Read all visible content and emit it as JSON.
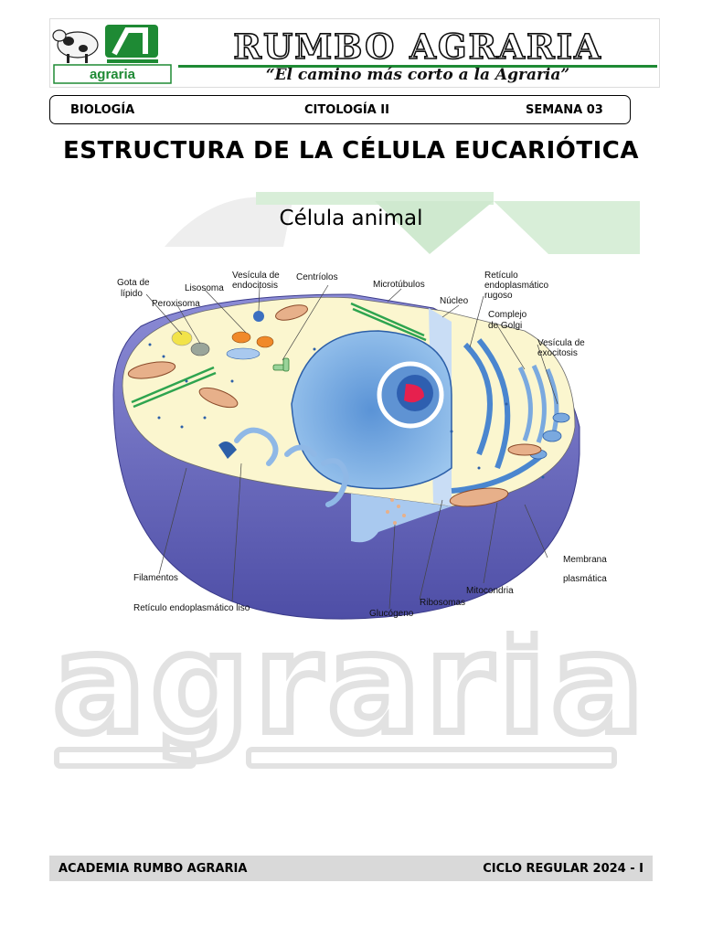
{
  "header": {
    "logo_text": "agraria",
    "title": "RUMBO AGRARIA",
    "slogan": "“El camino más corto a la Agraria”"
  },
  "subject_bar": {
    "course": "BIOLOGÍA",
    "topic": "CITOLOGÍA II",
    "week": "SEMANA 03"
  },
  "page_title": "ESTRUCTURA DE LA CÉLULA EUCARIÓTICA",
  "section_title": "Célula animal",
  "diagram": {
    "labels": {
      "gota_lipido_1": "Gota de",
      "gota_lipido_2": "lípido",
      "lisosoma": "Lisosoma",
      "peroxisoma": "Peroxisoma",
      "vesicula_endo_1": "Vesícula de",
      "vesicula_endo_2": "endocitosis",
      "centriolos": "Centríolos",
      "microtubulos": "Microtúbulos",
      "nucleo": "Núcleo",
      "rer_1": "Retículo",
      "rer_2": "endoplasmático",
      "rer_3": "rugoso",
      "golgi_1": "Complejo",
      "golgi_2": "de Golgi",
      "vesicula_exo_1": "Vesícula de",
      "vesicula_exo_2": "exocitosis",
      "filamentos": "Filamentos",
      "membrana_1": "Membrana",
      "membrana_2": "plasmática",
      "mitocondria": "Mitocondria",
      "ribosomas": "Ribosomas",
      "glucogeno": "Glucógeno",
      "rel": "Retículo endoplasmático liso"
    }
  },
  "watermark_text": "agraria",
  "footer": {
    "left": "ACADEMIA RUMBO AGRARIA",
    "right": "CICLO REGULAR 2024 - I"
  },
  "colors": {
    "brand_green": "#1e8a34",
    "cell_purple": "#6f6fc6",
    "cytoplasm": "#fbf6cf",
    "nucleus_blue": "#7fb6e6",
    "footer_gray": "#d9d9d9"
  }
}
